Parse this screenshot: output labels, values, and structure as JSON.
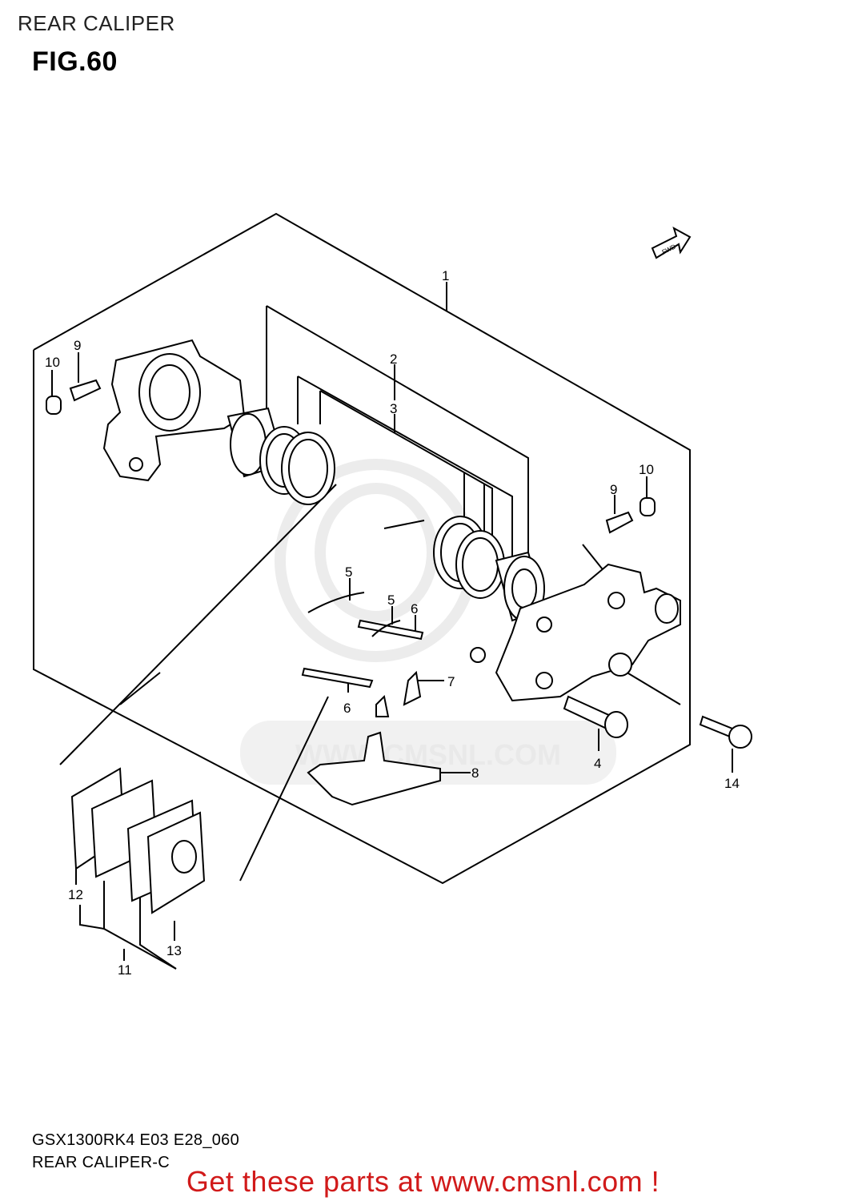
{
  "header": {
    "title": "REAR CALIPER"
  },
  "figure": {
    "label": "FIG.60"
  },
  "watermark": {
    "text": "WWW.CMSNL.COM"
  },
  "direction_marker": {
    "text": "FWD",
    "icon": "fwd-arrow-icon"
  },
  "callouts": [
    {
      "id": "c1",
      "text": "1"
    },
    {
      "id": "c2",
      "text": "2"
    },
    {
      "id": "c3",
      "text": "3"
    },
    {
      "id": "c4",
      "text": "4"
    },
    {
      "id": "c5a",
      "text": "5"
    },
    {
      "id": "c5b",
      "text": "5"
    },
    {
      "id": "c6a",
      "text": "6"
    },
    {
      "id": "c6b",
      "text": "6"
    },
    {
      "id": "c7",
      "text": "7"
    },
    {
      "id": "c8",
      "text": "8"
    },
    {
      "id": "c9a",
      "text": "9"
    },
    {
      "id": "c9b",
      "text": "9"
    },
    {
      "id": "c10a",
      "text": "10"
    },
    {
      "id": "c10b",
      "text": "10"
    },
    {
      "id": "c11",
      "text": "11"
    },
    {
      "id": "c12",
      "text": "12"
    },
    {
      "id": "c13",
      "text": "13"
    },
    {
      "id": "c14",
      "text": "14"
    }
  ],
  "footer": {
    "model_code": "GSX1300RK4 E03 E28_060",
    "diagram_name": "REAR CALIPER-C",
    "banner": "Get these parts at www.cmsnl.com !",
    "banner_color": "#d11a1a"
  }
}
